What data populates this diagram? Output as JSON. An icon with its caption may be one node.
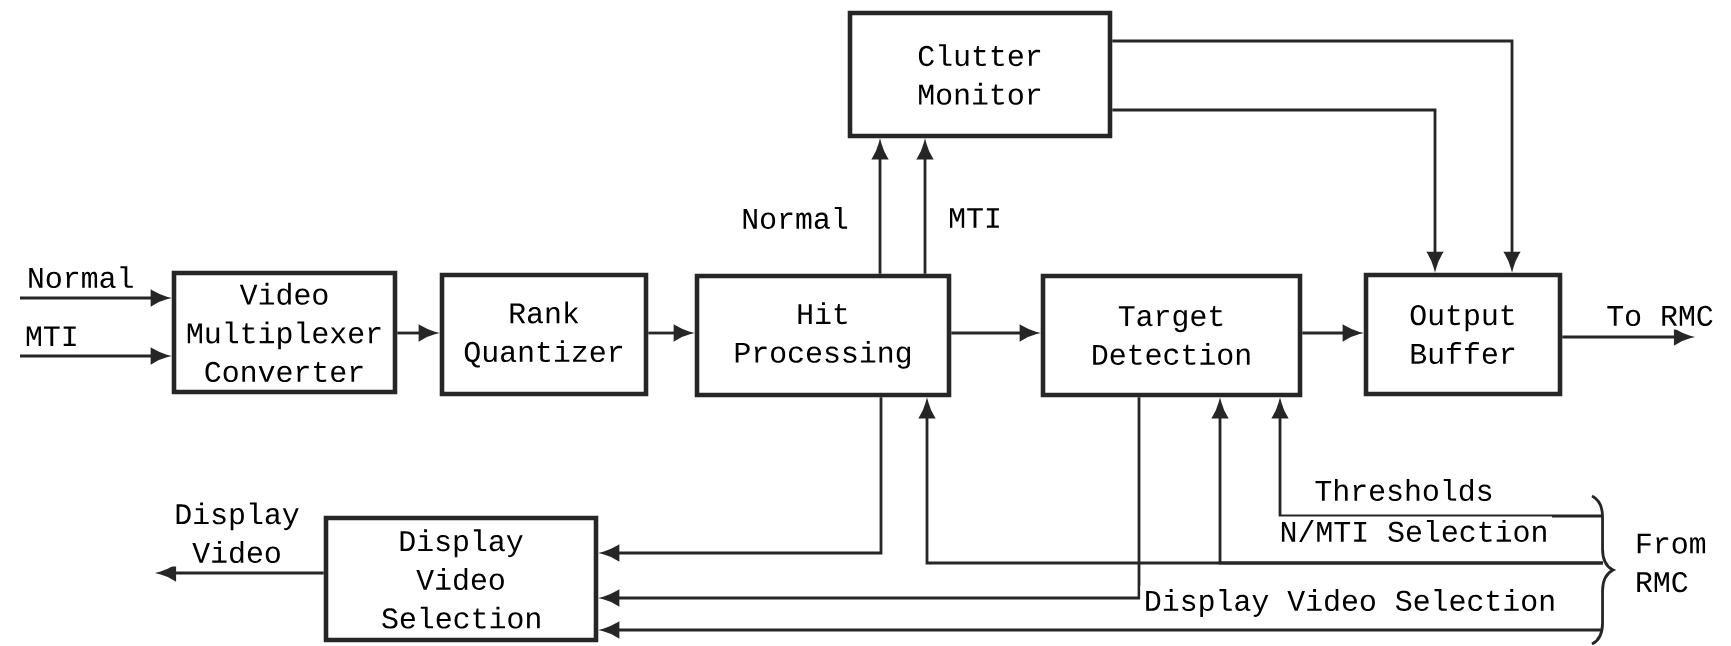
{
  "diagram": {
    "nodes": [
      {
        "text": [
          "Video Multiplexer Converter"
        ]
      },
      {
        "text": [
          "Rank Quantizer"
        ]
      },
      {
        "text": [
          "Hit Processing"
        ]
      },
      {
        "text": [
          "Clutter Monitor"
        ]
      },
      {
        "text": [
          "Target Detection"
        ]
      },
      {
        "text": [
          "Output Buffer"
        ]
      },
      {
        "text": [
          "Display Video Selection"
        ]
      }
    ],
    "edges": [
      {
        "from": null,
        "to": 0,
        "arrow": "to",
        "label": "Normal"
      },
      {
        "from": null,
        "to": 0,
        "arrow": "to",
        "label": "MTI"
      },
      {
        "from": 0,
        "to": 1,
        "arrow": "to"
      },
      {
        "from": 1,
        "to": 2,
        "arrow": "to"
      },
      {
        "from": 2,
        "to": 3,
        "arrow": "to",
        "label": "Normal"
      },
      {
        "from": 2,
        "to": 3,
        "arrow": "to",
        "label": "MTI"
      },
      {
        "from": 2,
        "to": 4,
        "arrow": "to"
      },
      {
        "from": 4,
        "to": 5,
        "arrow": "to"
      },
      {
        "from": 3,
        "to": 5,
        "arrow": "to"
      },
      {
        "from": 3,
        "to": 5,
        "arrow": "to"
      },
      {
        "from": 5,
        "to": null,
        "arrow": "to",
        "label": "To RMC"
      },
      {
        "from": 2,
        "to": 6,
        "arrow": "to"
      },
      {
        "from": 4,
        "to": 6,
        "arrow": "to"
      },
      {
        "from": null,
        "to": 4,
        "arrow": "to",
        "label": "Thresholds"
      },
      {
        "from": null,
        "to": 2,
        "arrow": "to",
        "label": "N/MTI Selection"
      },
      {
        "from": null,
        "to": 4,
        "arrow": "to"
      },
      {
        "from": null,
        "to": 6,
        "arrow": "to",
        "label": "Display Video Selection"
      },
      {
        "from": 6,
        "to": null,
        "arrow": "to",
        "label": "Display Video"
      }
    ],
    "labels": [
      "From RMC"
    ]
  }
}
